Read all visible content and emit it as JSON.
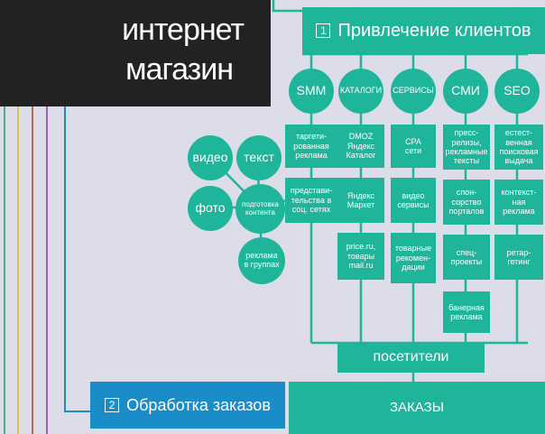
{
  "title": {
    "line1": "интернет",
    "line2": "магазин"
  },
  "header": {
    "number": "1",
    "label": "Привлечение клиентов"
  },
  "channels": [
    "SMM",
    "КАТАЛОГИ",
    "СЕРВИСЫ",
    "СМИ",
    "SEO"
  ],
  "smm": [
    "таргети-\nрованная\nреклама",
    "представи-\nтельства в\nсоц. сетях"
  ],
  "catalogs": [
    "DMOZ\nЯндекс\nКаталог",
    "Яндекс\nМаркет",
    "price.ru,\nтовары\nmail.ru"
  ],
  "services": [
    "CPA\nсети",
    "видео\nсервисы",
    "товарные\nрекомен-\nдации"
  ],
  "media": [
    "пресс-\nрелизы,\nрекламные\nтексты",
    "спон-\nсорство\nпорталов",
    "спец-\nпроекты",
    "банерная\nреклама"
  ],
  "seo": [
    "естест-\nвенная\nпоисковая\nвыдача",
    "контекст-\nная\nреклама",
    "ретар-\nгетинг"
  ],
  "content": {
    "video": "видео",
    "text": "текст",
    "photo": "фото",
    "prep": "подготовка\nконтента",
    "groups": "реклама\nв группах"
  },
  "visitors": "посетители",
  "orders_processing": {
    "number": "2",
    "label": "Обработка заказов"
  },
  "orders": "ЗАКАЗЫ",
  "colors": {
    "teal": "#1fb59a",
    "blue": "#1a8cc8",
    "black": "#222222",
    "background": "#dcdde8"
  }
}
